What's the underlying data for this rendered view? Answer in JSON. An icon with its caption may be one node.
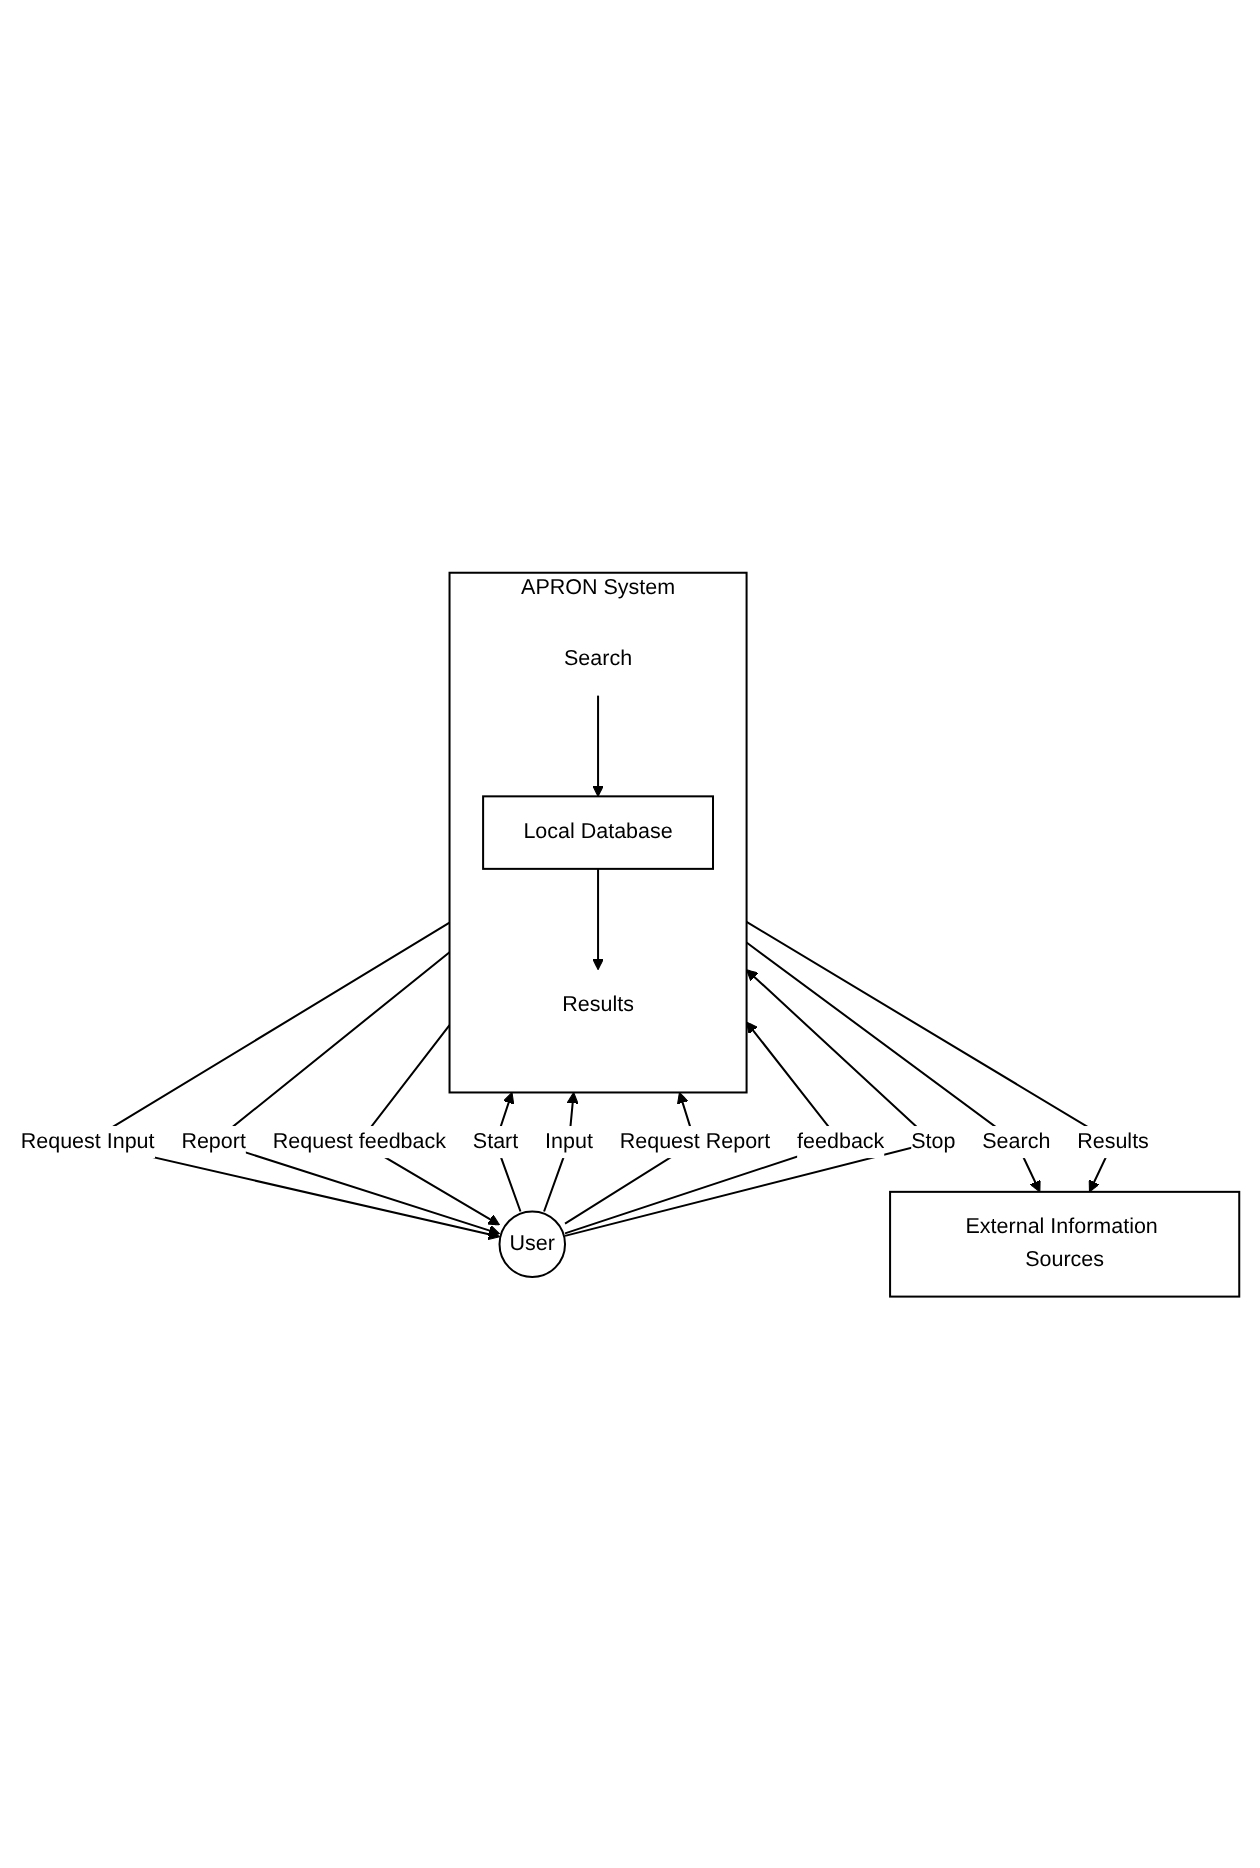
{
  "diagram": {
    "nodes": [
      {
        "text": [
          "User"
        ]
      },
      {
        "text": [
          "APRON System"
        ]
      },
      {
        "text": [
          "Results"
        ],
        "in": 1
      },
      {
        "text": [
          "Search"
        ],
        "in": 1
      },
      {
        "text": [
          "Local Database"
        ],
        "in": 1
      },
      {
        "text": [
          "External Information Sources"
        ]
      }
    ],
    "edges": [
      {
        "from": 0,
        "to": 1,
        "arrow": "to",
        "label": "Start"
      },
      {
        "from": 1,
        "to": 0,
        "arrow": "to",
        "label": "Request Input"
      },
      {
        "from": 0,
        "to": 1,
        "arrow": "to",
        "label": "Input"
      },
      {
        "from": 0,
        "to": 1,
        "arrow": "to",
        "label": "Request Report"
      },
      {
        "from": 1,
        "to": 0,
        "arrow": "to",
        "label": "Report"
      },
      {
        "from": 1,
        "to": 0,
        "arrow": "to",
        "label": "Request feedback"
      },
      {
        "from": 0,
        "to": 1,
        "arrow": "to",
        "label": "feedback"
      },
      {
        "from": 0,
        "to": 1,
        "arrow": "to",
        "label": "Stop"
      },
      {
        "from": 4,
        "to": 2,
        "arrow": "to"
      },
      {
        "from": 3,
        "to": 4,
        "arrow": "to"
      },
      {
        "from": 1,
        "to": 5,
        "arrow": "to",
        "label": "Search"
      },
      {
        "from": 1,
        "to": 5,
        "arrow": "to",
        "label": "Results"
      }
    ]
  }
}
